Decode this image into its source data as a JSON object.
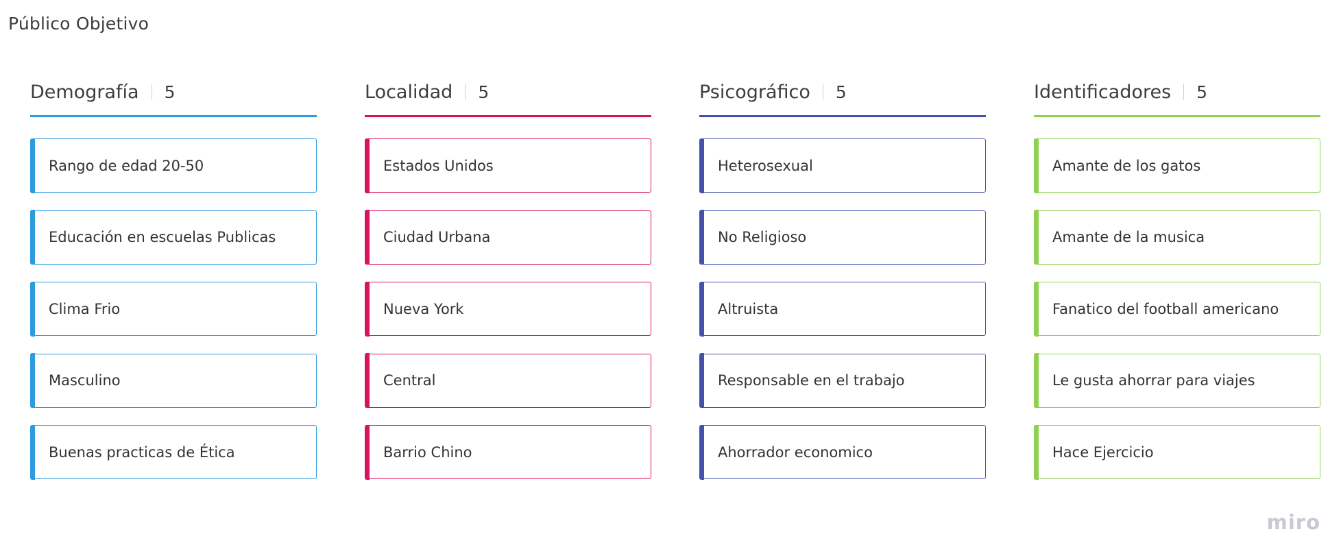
{
  "board": {
    "title": "Público Objetivo",
    "watermark": "miro"
  },
  "columns": [
    {
      "title": "Demografía",
      "count": "5",
      "color": "#2d9bdf",
      "cards": [
        "Rango de edad 20-50",
        "Educación en escuelas Publicas",
        "Clima Frio",
        "Masculino",
        "Buenas practicas de Ética"
      ]
    },
    {
      "title": "Localidad",
      "count": "5",
      "color": "#d6145f",
      "cards": [
        "Estados Unidos",
        "Ciudad Urbana",
        "Nueva York",
        "Central",
        "Barrio Chino"
      ]
    },
    {
      "title": "Psicográfico",
      "count": "5",
      "color": "#4651ae",
      "cards": [
        "Heterosexual",
        "No Religioso",
        "Altruista",
        "Responsable en el trabajo",
        "Ahorrador economico"
      ]
    },
    {
      "title": "Identificadores",
      "count": "5",
      "color": "#8fd14f",
      "cards": [
        "Amante de los gatos",
        "Amante de la musica",
        "Fanatico del football americano",
        "Le gusta ahorrar para viajes",
        "Hace Ejercicio"
      ]
    }
  ]
}
